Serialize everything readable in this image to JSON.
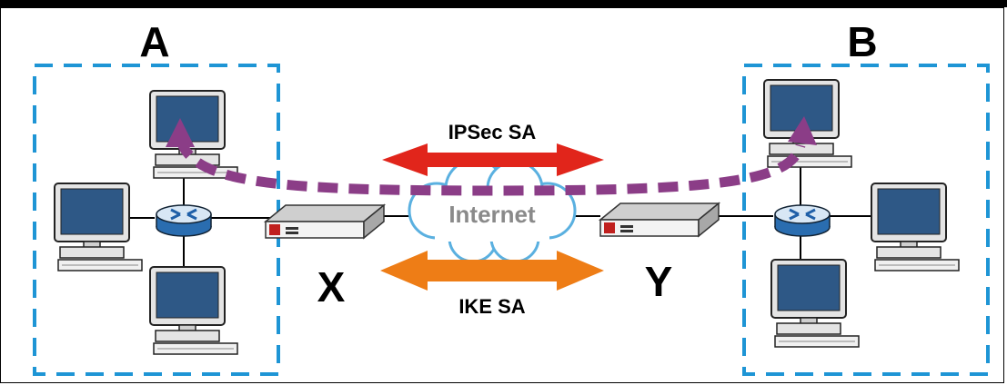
{
  "labels": {
    "site_a": "A",
    "site_b": "B",
    "gateway_x": "X",
    "gateway_y": "Y",
    "ipsec_sa": "IPSec SA",
    "ike_sa": "IKE SA",
    "internet": "Internet"
  },
  "colors": {
    "lan_border": "#1e95d5",
    "ipsec_arrow": "#e1251b",
    "ike_arrow": "#ee7d16",
    "tunnel_path": "#8b3d87",
    "cloud_edge": "#5ab0e0",
    "monitor_screen": "#2e5886"
  },
  "icons": {
    "computer": "desktop-computer-icon",
    "router": "router-icon",
    "gateway": "vpn-gateway-icon",
    "cloud": "internet-cloud-icon"
  }
}
